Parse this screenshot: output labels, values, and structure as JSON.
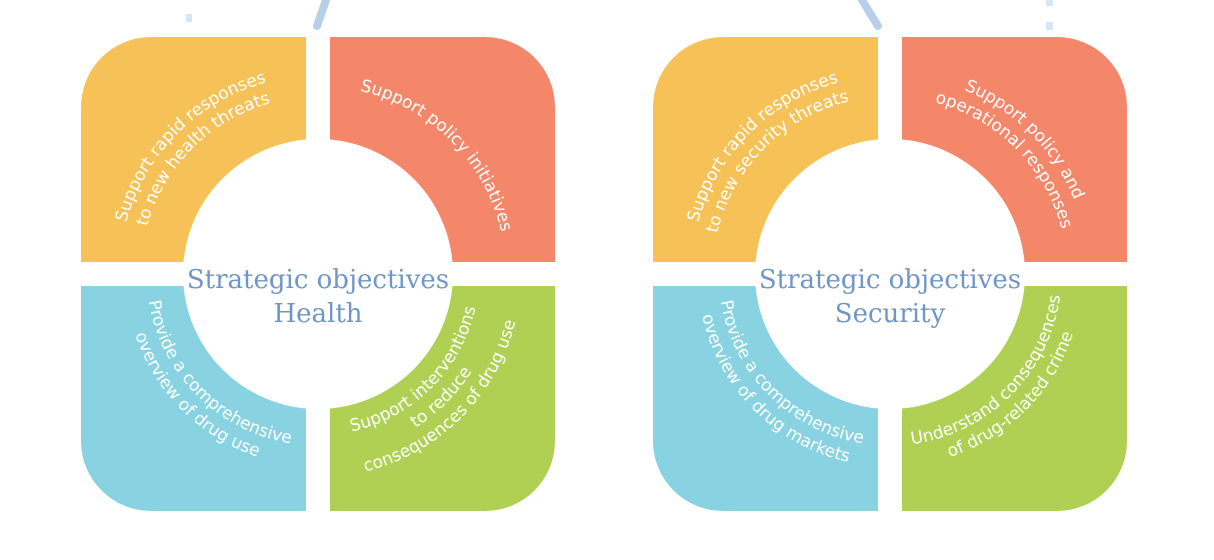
{
  "colors": {
    "orange": "#f6c257",
    "coral": "#f4876a",
    "blue": "#88d2e2",
    "green": "#afd053",
    "title": "#6f96c6",
    "connector": "#b7cfe9"
  },
  "rings": [
    {
      "center_title": "Strategic objectives",
      "center_subtitle": "Health",
      "segments": {
        "top_left": [
          "Support rapid responses",
          "to new health threats"
        ],
        "top_right": [
          "Support policy initiatives"
        ],
        "bottom_left": [
          "Provide a comprehensive",
          "overview of drug use"
        ],
        "bottom_right": [
          "Support interventions",
          "to reduce",
          "consequences of drug use"
        ]
      }
    },
    {
      "center_title": "Strategic objectives",
      "center_subtitle": "Security",
      "segments": {
        "top_left": [
          "Support rapid responses",
          "to new security threats"
        ],
        "top_right": [
          "Support policy and",
          "operational responses"
        ],
        "bottom_left": [
          "Provide a comprehensive",
          "overview of drug markets"
        ],
        "bottom_right": [
          "Understand consequences",
          "of drug-related crime"
        ]
      }
    }
  ]
}
